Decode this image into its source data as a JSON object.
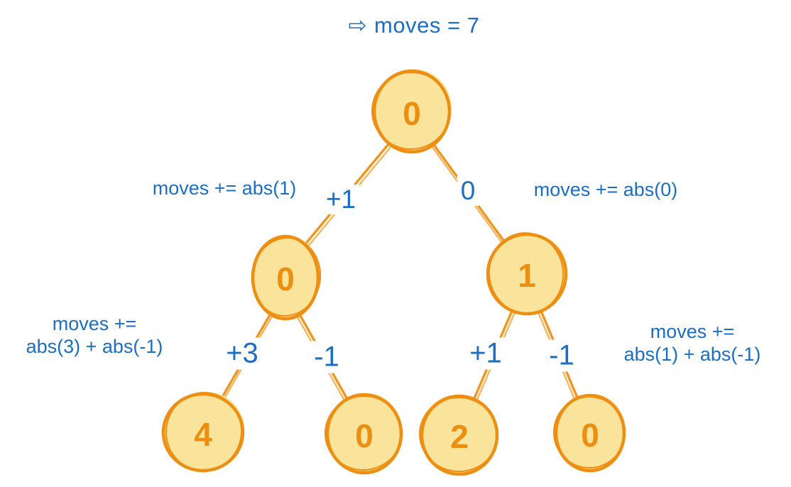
{
  "title": {
    "arrow_icon": "⇨",
    "text": "moves = 7"
  },
  "colors": {
    "label_blue": "#1B6EC4",
    "node_stroke_orange": "#EE8E12",
    "node_fill_yellow": "#FAE49C",
    "node_value_orange": "#EC8E10",
    "edge_orange": "#F0951F",
    "edge_orange_light": "#F7B55F",
    "background": "#FFFFFF"
  },
  "tree": {
    "nodes": [
      {
        "id": "root",
        "value": "0"
      },
      {
        "id": "left-child",
        "value": "0"
      },
      {
        "id": "right-child",
        "value": "1"
      },
      {
        "id": "leaf-far-left",
        "value": "4"
      },
      {
        "id": "leaf-mid-left",
        "value": "0"
      },
      {
        "id": "leaf-mid-right",
        "value": "2"
      },
      {
        "id": "leaf-far-right",
        "value": "0"
      }
    ],
    "edge_labels": [
      {
        "edge": "root-to-left-child",
        "label": "+1"
      },
      {
        "edge": "root-to-right-child",
        "label": "0"
      },
      {
        "edge": "left-child-to-leaf-far-left",
        "label": "+3"
      },
      {
        "edge": "left-child-to-leaf-mid-left",
        "label": "-1"
      },
      {
        "edge": "right-child-to-leaf-mid-right",
        "label": "+1"
      },
      {
        "edge": "right-child-to-leaf-far-right",
        "label": "-1"
      }
    ]
  },
  "annotations": [
    {
      "position": "upper-left",
      "lines": [
        "moves += abs(1)"
      ]
    },
    {
      "position": "upper-right",
      "lines": [
        "moves += abs(0)"
      ]
    },
    {
      "position": "lower-left",
      "lines": [
        "moves +=",
        "abs(3) + abs(-1)"
      ]
    },
    {
      "position": "lower-right",
      "lines": [
        "moves +=",
        "abs(1) + abs(-1)"
      ]
    }
  ]
}
